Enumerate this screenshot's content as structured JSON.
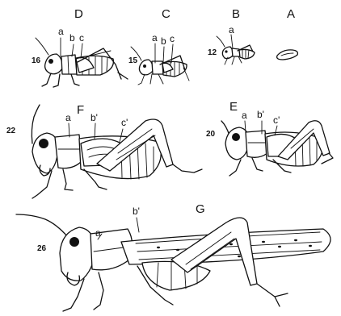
{
  "figure": {
    "stages": [
      {
        "id": "D",
        "label": "D",
        "number": "16",
        "parts": [
          "a",
          "b",
          "c"
        ]
      },
      {
        "id": "C",
        "label": "C",
        "number": "15",
        "parts": [
          "a",
          "b",
          "c"
        ]
      },
      {
        "id": "B",
        "label": "B",
        "number": "12",
        "parts": [
          "a"
        ]
      },
      {
        "id": "A",
        "label": "A"
      },
      {
        "id": "F",
        "label": "F",
        "number": "22",
        "parts": [
          "a",
          "b'",
          "c'"
        ]
      },
      {
        "id": "E",
        "label": "E",
        "number": "20",
        "parts": [
          "a",
          "b'",
          "c'"
        ]
      },
      {
        "id": "G",
        "label": "G",
        "number": "26",
        "parts": [
          "a",
          "b'"
        ]
      }
    ]
  }
}
